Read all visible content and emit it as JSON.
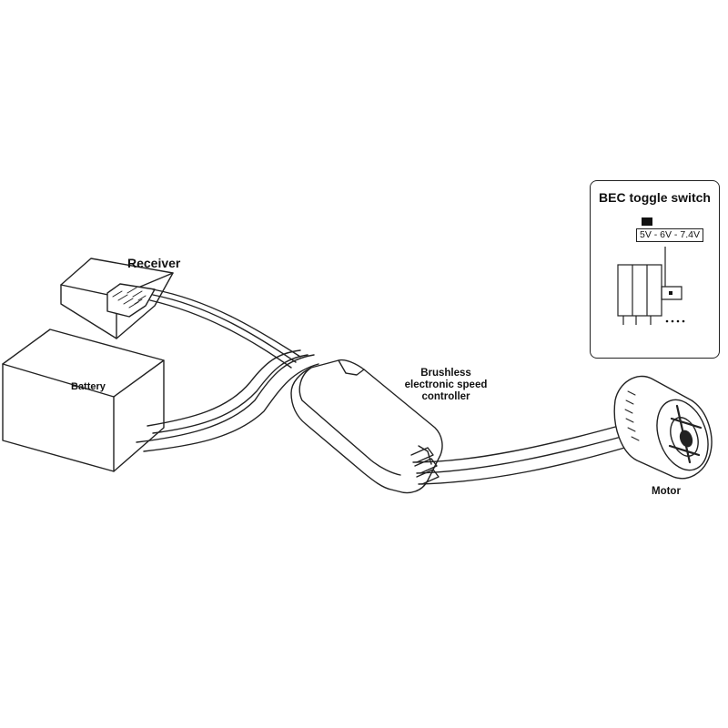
{
  "labels": {
    "receiver": "Receiver",
    "battery": "Battery",
    "esc_line1": "Brushless",
    "esc_line2": "electronic speed",
    "esc_line3": "controller",
    "motor": "Motor"
  },
  "inset": {
    "title": "BEC toggle switch",
    "voltages": "5V - 6V - 7.4V"
  }
}
